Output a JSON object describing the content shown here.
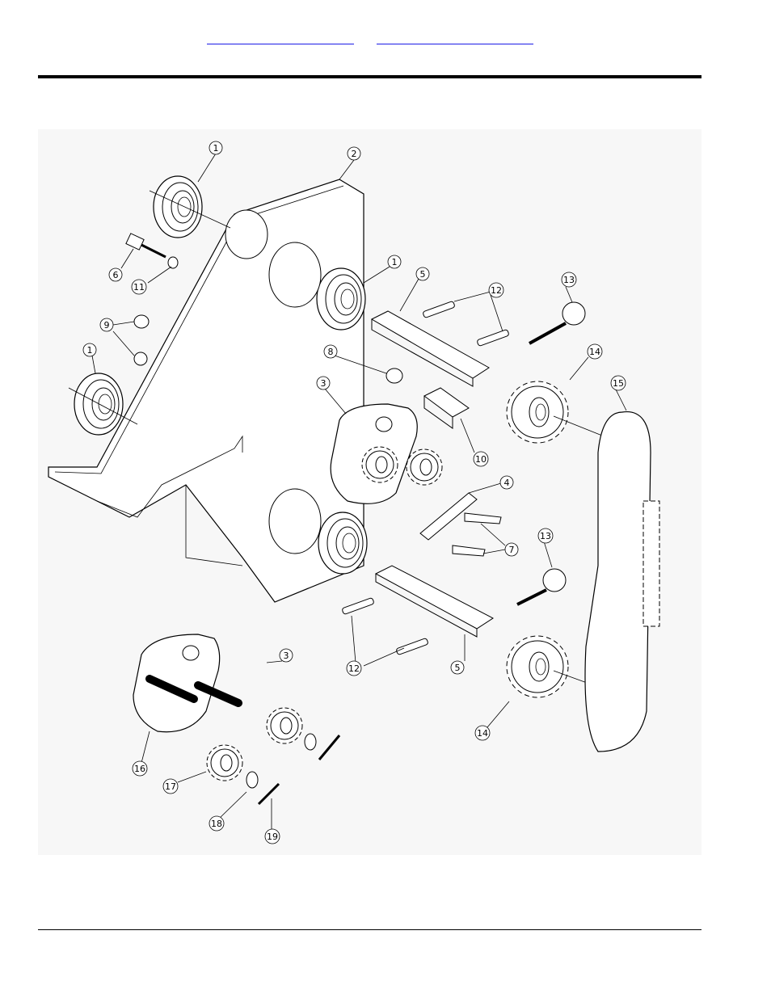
{
  "header": {
    "links": [
      {
        "label": ""
      },
      {
        "label": ""
      }
    ]
  },
  "diagram": {
    "callouts": [
      "1",
      "2",
      "1",
      "5",
      "12",
      "13",
      "6",
      "11",
      "9",
      "1",
      "8",
      "14",
      "3",
      "10",
      "15",
      "4",
      "7",
      "7",
      "13",
      "12",
      "5",
      "14",
      "3",
      "16",
      "17",
      "18",
      "19"
    ]
  }
}
